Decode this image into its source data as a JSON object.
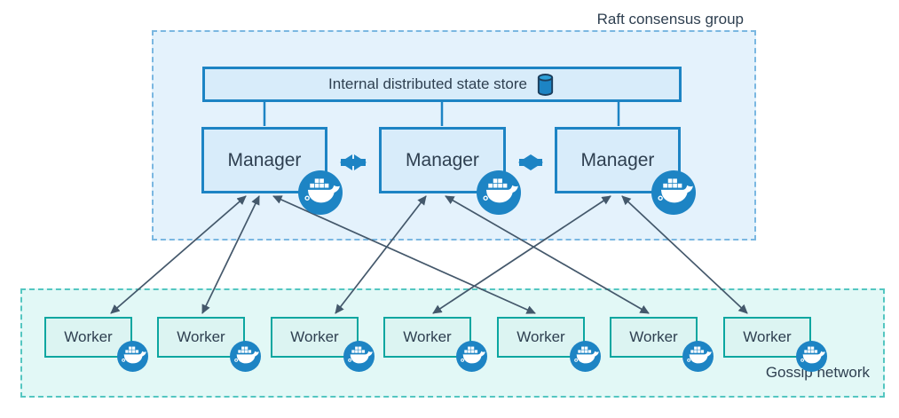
{
  "diagram": {
    "raft_group": {
      "label": "Raft consensus group"
    },
    "state_store": {
      "label": "Internal distributed state store",
      "icon": "database-cylinder-icon"
    },
    "managers": [
      {
        "label": "Manager",
        "icon": "docker-whale-icon"
      },
      {
        "label": "Manager",
        "icon": "docker-whale-icon"
      },
      {
        "label": "Manager",
        "icon": "docker-whale-icon"
      }
    ],
    "gossip_network": {
      "label": "Gossip network"
    },
    "workers": [
      {
        "label": "Worker",
        "icon": "docker-whale-icon"
      },
      {
        "label": "Worker",
        "icon": "docker-whale-icon"
      },
      {
        "label": "Worker",
        "icon": "docker-whale-icon"
      },
      {
        "label": "Worker",
        "icon": "docker-whale-icon"
      },
      {
        "label": "Worker",
        "icon": "docker-whale-icon"
      },
      {
        "label": "Worker",
        "icon": "docker-whale-icon"
      },
      {
        "label": "Worker",
        "icon": "docker-whale-icon"
      }
    ],
    "connections": {
      "manager_to_manager": "thick bidirectional arrows between adjacent managers",
      "store_to_managers": "vertical connectors from state store to each manager",
      "manager_worker_pairs": [
        [
          1,
          1
        ],
        [
          1,
          2
        ],
        [
          1,
          5
        ],
        [
          2,
          3
        ],
        [
          2,
          6
        ],
        [
          3,
          4
        ],
        [
          3,
          7
        ]
      ],
      "manager_worker_style": "thin double-headed arrows"
    },
    "colors": {
      "docker_blue": "#1d84c4",
      "raft_fill": "#e4f2fc",
      "raft_border": "#7ab7e1",
      "node_fill": "#d8ecfa",
      "worker_fill": "#dcf4f2",
      "worker_border": "#0ba6a0",
      "gossip_fill": "#e2f8f6",
      "gossip_border": "#54c6c1",
      "thin_arrow": "#44586b",
      "text": "#2e3f50"
    }
  }
}
